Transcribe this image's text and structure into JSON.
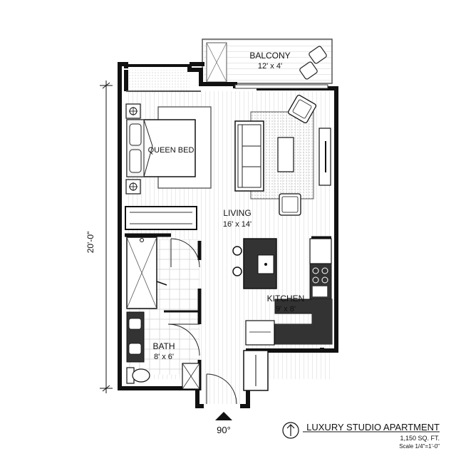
{
  "rooms": {
    "balcony": {
      "name": "BALCONY",
      "size": "12' x 4'"
    },
    "bed": {
      "name": "QUEEN BED"
    },
    "living": {
      "name": "LIVING",
      "size": "16' x 14'"
    },
    "kitchen": {
      "name": "KITCHEN",
      "size": "9' x 8'"
    },
    "bath": {
      "name": "BATH",
      "size": "8' x 6'"
    }
  },
  "dimension": {
    "height": "20'-0\""
  },
  "orientation": {
    "angle": "90°"
  },
  "title_block": {
    "title": "LUXURY STUDIO APARTMENT",
    "area": "1,150 SQ. FT.",
    "scale": "Scale 1/4\"=1'-0\""
  },
  "colors": {
    "wall": "#111111",
    "floor_hatch": "#cfcfcf",
    "counter_dark": "#333333"
  }
}
